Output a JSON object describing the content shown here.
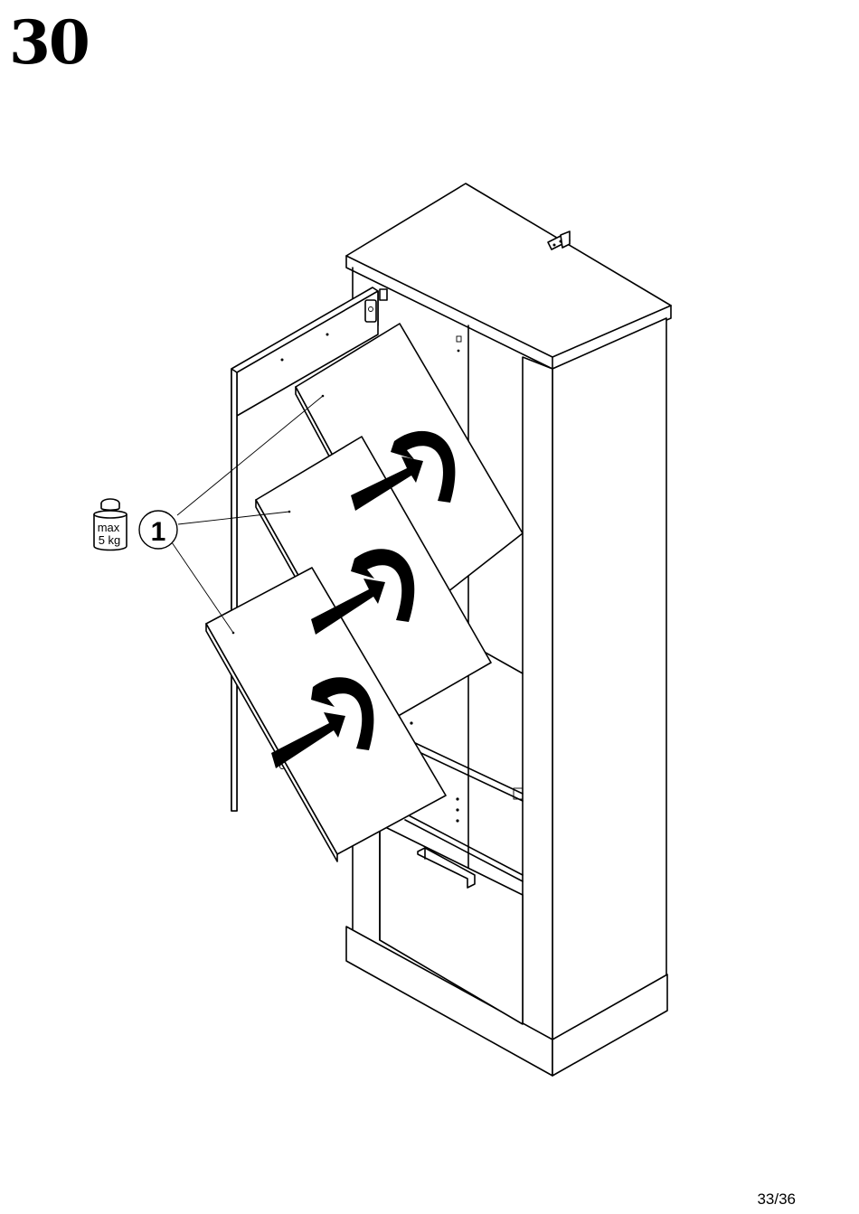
{
  "step": {
    "number": "30"
  },
  "weight_icon": {
    "line1": "max",
    "line2": "5 kg",
    "icon": "weight-icon"
  },
  "callout": {
    "label": "1"
  },
  "footer": {
    "page": "33/36"
  },
  "colors": {
    "ink": "#000000",
    "paper": "#ffffff"
  }
}
